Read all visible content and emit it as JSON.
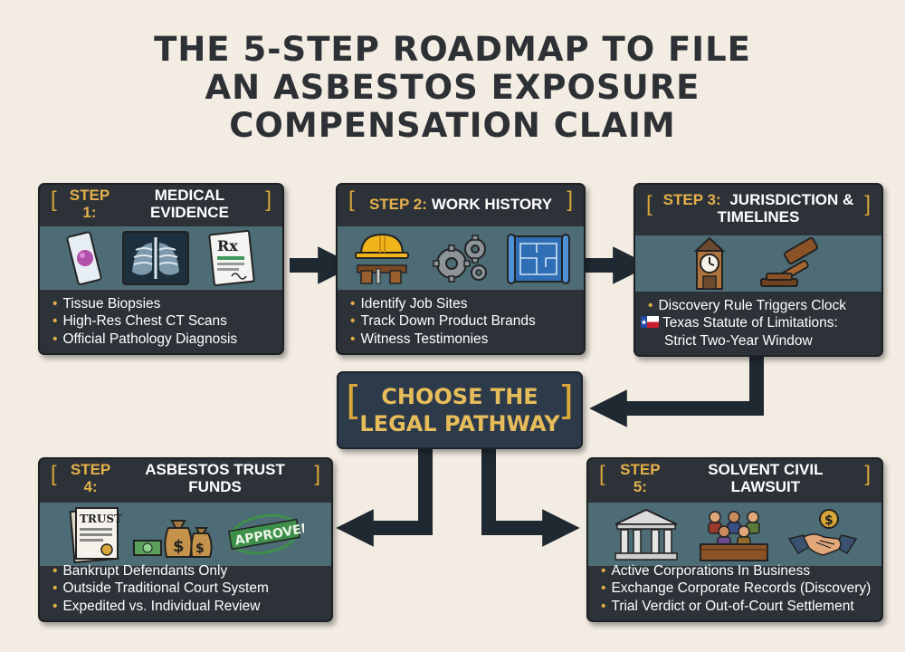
{
  "title": {
    "line1": "THE 5-STEP ROADMAP TO FILE",
    "line2": "AN ASBESTOS EXPOSURE",
    "line3": "COMPENSATION CLAIM"
  },
  "colors": {
    "background": "#f2ece2",
    "card": "#2d3238",
    "band": "#4d6c75",
    "accent": "#e0ad48",
    "arrow": "#1f2932"
  },
  "steps": [
    {
      "label": "STEP 1:",
      "title": "MEDICAL EVIDENCE",
      "icons": [
        "microscope-slide-icon",
        "chest-xray-icon",
        "prescription-document-icon"
      ],
      "bullets": [
        "Tissue Biopsies",
        "High-Res Chest CT Scans",
        "Official Pathology Diagnosis"
      ]
    },
    {
      "label": "STEP 2:",
      "title": "WORK HISTORY",
      "icons": [
        "hard-hat-tool-belt-icon",
        "gears-icon",
        "blueprint-icon"
      ],
      "bullets": [
        "Identify Job Sites",
        "Track Down Product Brands",
        "Witness Testimonies"
      ]
    },
    {
      "label": "STEP 3:",
      "title": "JURISDICTION &",
      "title2": "TIMELINES",
      "icons": [
        "clock-tower-icon",
        "gavel-icon"
      ],
      "bullets": [
        "Discovery Rule Triggers Clock",
        "Texas Statute of Limitations:",
        "Strict Two-Year Window"
      ]
    },
    {
      "label": "STEP 4:",
      "title": "ASBESTOS TRUST FUNDS",
      "icons": [
        "trust-document-icon",
        "money-bags-icon",
        "approved-stamp-icon"
      ],
      "bullets": [
        "Bankrupt Defendants Only",
        "Outside Traditional Court System",
        "Expedited vs. Individual Review"
      ]
    },
    {
      "label": "STEP 5:",
      "title": "SOLVENT CIVIL LAWSUIT",
      "icons": [
        "courthouse-icon",
        "jury-icon",
        "handshake-icon"
      ],
      "bullets": [
        "Active Corporations In Business",
        "Exchange Corporate Records (Discovery)",
        "Trial Verdict or Out-of-Court Settlement"
      ]
    }
  ],
  "center": {
    "line1": "CHOOSE THE",
    "line2": "LEGAL PATHWAY"
  },
  "icon_stamp_text": "APPROVED",
  "icon_trust_text": "TRUST",
  "icon_rx_text": "Rx"
}
